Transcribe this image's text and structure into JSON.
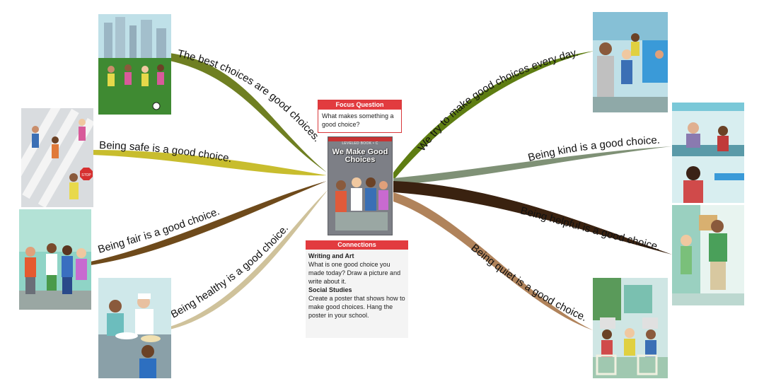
{
  "center": {
    "book_series": "LEVELED BOOK • C",
    "book_title": "We Make Good Choices",
    "focus_heading": "Focus Question",
    "focus_text": "What makes something a good choice?",
    "connections_heading": "Connections",
    "connections": [
      {
        "heading": "Writing and Art",
        "text": "What is one good choice you made today? Draw a picture and write about it."
      },
      {
        "heading": "Social Studies",
        "text": "Create a poster that shows how to make good choices. Hang the poster in your school."
      }
    ]
  },
  "branches": [
    {
      "id": "best",
      "label": "The best choices are good choices.",
      "color": "#6f7f22"
    },
    {
      "id": "safe",
      "label": "Being safe is a good choice.",
      "color": "#c8bd2e"
    },
    {
      "id": "fair",
      "label": "Being fair is a good choice.",
      "color": "#6e4a1b"
    },
    {
      "id": "healthy",
      "label": "Being healthy is a good choice.",
      "color": "#cfc29b"
    },
    {
      "id": "everyday",
      "label": "We try to make good choices every day.",
      "color": "#5e7d12"
    },
    {
      "id": "kind",
      "label": "Being kind is a good choice.",
      "color": "#7f9176"
    },
    {
      "id": "helpful",
      "label": "Being helpful is a good choice.",
      "color": "#3a2210"
    },
    {
      "id": "quiet",
      "label": "Being quiet is a good choice.",
      "color": "#b0835b"
    }
  ],
  "stop_sign_text": "STOP"
}
